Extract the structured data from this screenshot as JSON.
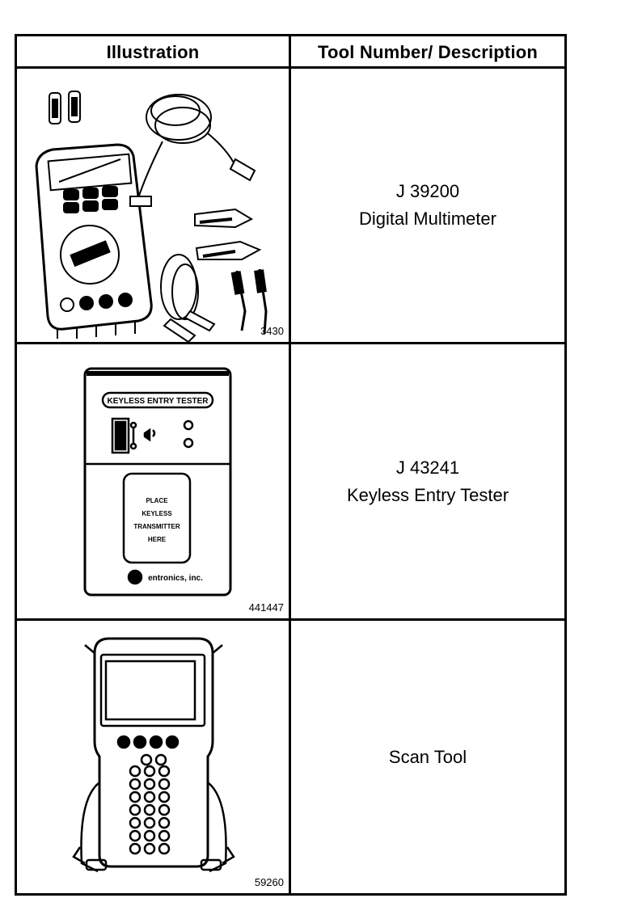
{
  "table": {
    "headers": {
      "illustration": "Illustration",
      "description": "Tool Number/ Description"
    },
    "rows": [
      {
        "tool_number": "J 39200",
        "description": "Digital Multimeter",
        "figure_code": "3430",
        "icon": "digital-multimeter-icon"
      },
      {
        "tool_number": "J 43241",
        "description": "Keyless Entry Tester",
        "figure_code": "441447",
        "icon": "keyless-entry-tester-icon",
        "device_text": {
          "banner": "KEYLESS ENTRY TESTER",
          "place_lines": [
            "PLACE",
            "KEYLESS",
            "TRANSMITTER",
            "HERE"
          ],
          "brand": "entronics, inc."
        }
      },
      {
        "tool_number": "",
        "description": "Scan Tool",
        "figure_code": "59260",
        "icon": "scan-tool-icon"
      }
    ]
  }
}
